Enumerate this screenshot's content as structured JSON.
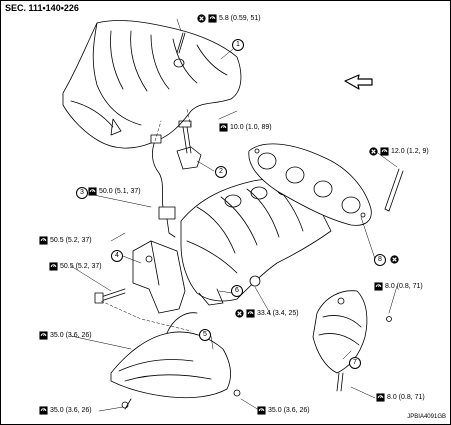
{
  "section_code": "SEC. 111•140•226",
  "figure_code": "JPBIA4091GB",
  "parts": [
    {
      "number": "1"
    },
    {
      "number": "2"
    },
    {
      "number": "3"
    },
    {
      "number": "4"
    },
    {
      "number": "5"
    },
    {
      "number": "6"
    },
    {
      "number": "7"
    },
    {
      "number": "8"
    }
  ],
  "torques": [
    {
      "text": "5.8 (0.59, 51)",
      "reuse": true
    },
    {
      "text": "10.0 (1.0, 89)",
      "reuse": false
    },
    {
      "text": "12.0 (1.2, 9)",
      "reuse": true
    },
    {
      "text": "50.0 (5.1, 37)",
      "reuse": false
    },
    {
      "text": "50.5 (5.2, 37)",
      "reuse": false
    },
    {
      "text": "50.5 (5.2, 37)",
      "reuse": false
    },
    {
      "text": "8.0 (0.8, 71)",
      "reuse": false
    },
    {
      "text": "33.4 (3.4, 25)",
      "reuse": true
    },
    {
      "text": "35.0 (3.6, 26)",
      "reuse": false
    },
    {
      "text": "8.0 (0.8, 71)",
      "reuse": false
    },
    {
      "text": "35.0 (3.6, 26)",
      "reuse": false
    },
    {
      "text": "35.0 (3.6, 26)",
      "reuse": false
    }
  ],
  "icons": {
    "reuse": "do-not-reuse-icon",
    "torque": "torque-wrench-icon",
    "direction": "engine-front-arrow-icon"
  }
}
